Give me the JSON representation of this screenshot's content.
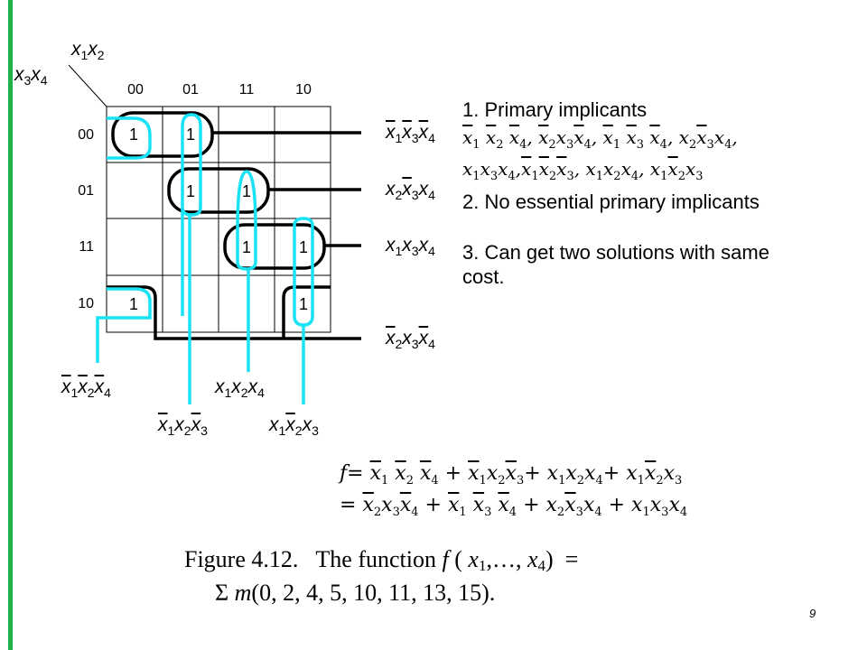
{
  "map": {
    "row_var_label": "x3x4",
    "col_var_label": "x1x2",
    "col_headers": [
      "00",
      "01",
      "11",
      "10"
    ],
    "row_headers": [
      "00",
      "01",
      "11",
      "10"
    ],
    "cells": [
      [
        "1",
        "1",
        "",
        ""
      ],
      [
        "",
        "1",
        "1",
        ""
      ],
      [
        "",
        "",
        "1",
        "1"
      ],
      [
        "1",
        "",
        "",
        "1"
      ]
    ]
  },
  "right_labels": [
    "x̄1x̄3x̄4",
    "x2x̄3x4",
    "x1x3x4",
    "x̄2x3x̄4"
  ],
  "bottom_labels": [
    "x̄1x̄2x̄4",
    "x1x2x4",
    "x̄1x2x̄3",
    "x1x̄2x3"
  ],
  "notes": {
    "item1_title": "1.   Primary implicants",
    "item2": "2. No essential primary implicants",
    "item3": "3. Can get two solutions with same cost."
  },
  "formula": {
    "prefix": "f=",
    "line2_prefix": "="
  },
  "caption": {
    "line1": "Figure 4.12.   The function f ( x1,…, x4)  =",
    "line2": "Σ m(0, 2, 4, 5, 10, 11, 13, 15)."
  },
  "page_number": "9",
  "colors": {
    "loop_black": "#000000",
    "loop_cyan": "#19e2f5",
    "accent_bar": "#21b24b"
  }
}
